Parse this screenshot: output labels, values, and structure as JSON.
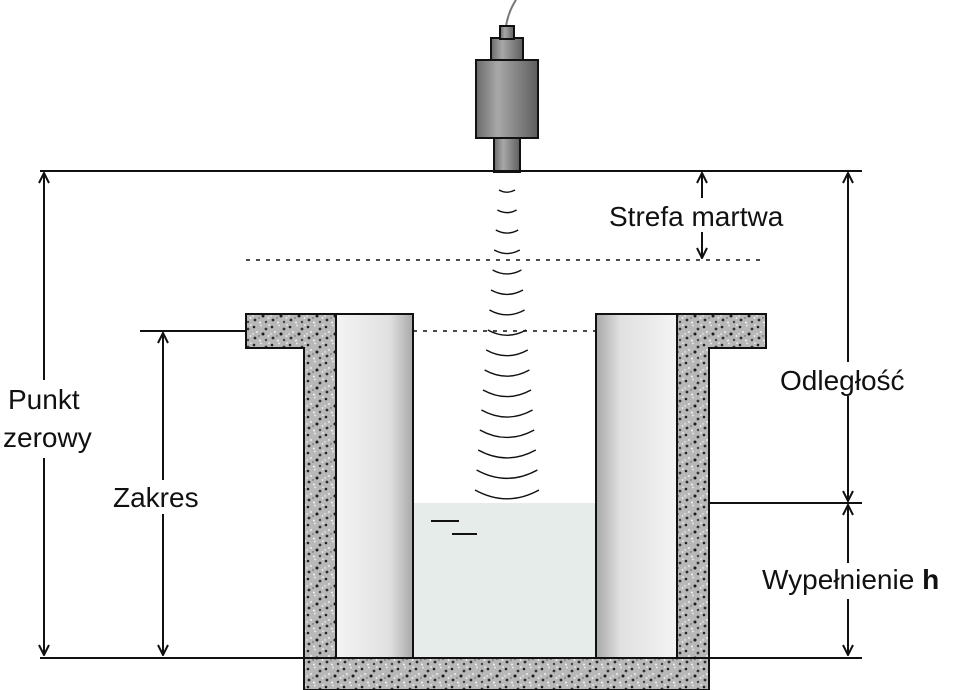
{
  "labels": {
    "dead_zone": "Strefa martwa",
    "distance": "Odległość",
    "zero_point_line1": "Punkt",
    "zero_point_line2": "zerowy",
    "range": "Zakres",
    "filling": "Wypełnienie",
    "filling_symbol": "h"
  },
  "colors": {
    "outline": "#111111",
    "liquid": "#e6ecea",
    "sensor_body": "#8a8a8a",
    "concrete_base": "#b8b8b8"
  },
  "icons": {
    "sensor": "ultrasonic-sensor-icon",
    "waves": "sound-wave-arcs",
    "level_mark": "liquid-level-symbol"
  }
}
